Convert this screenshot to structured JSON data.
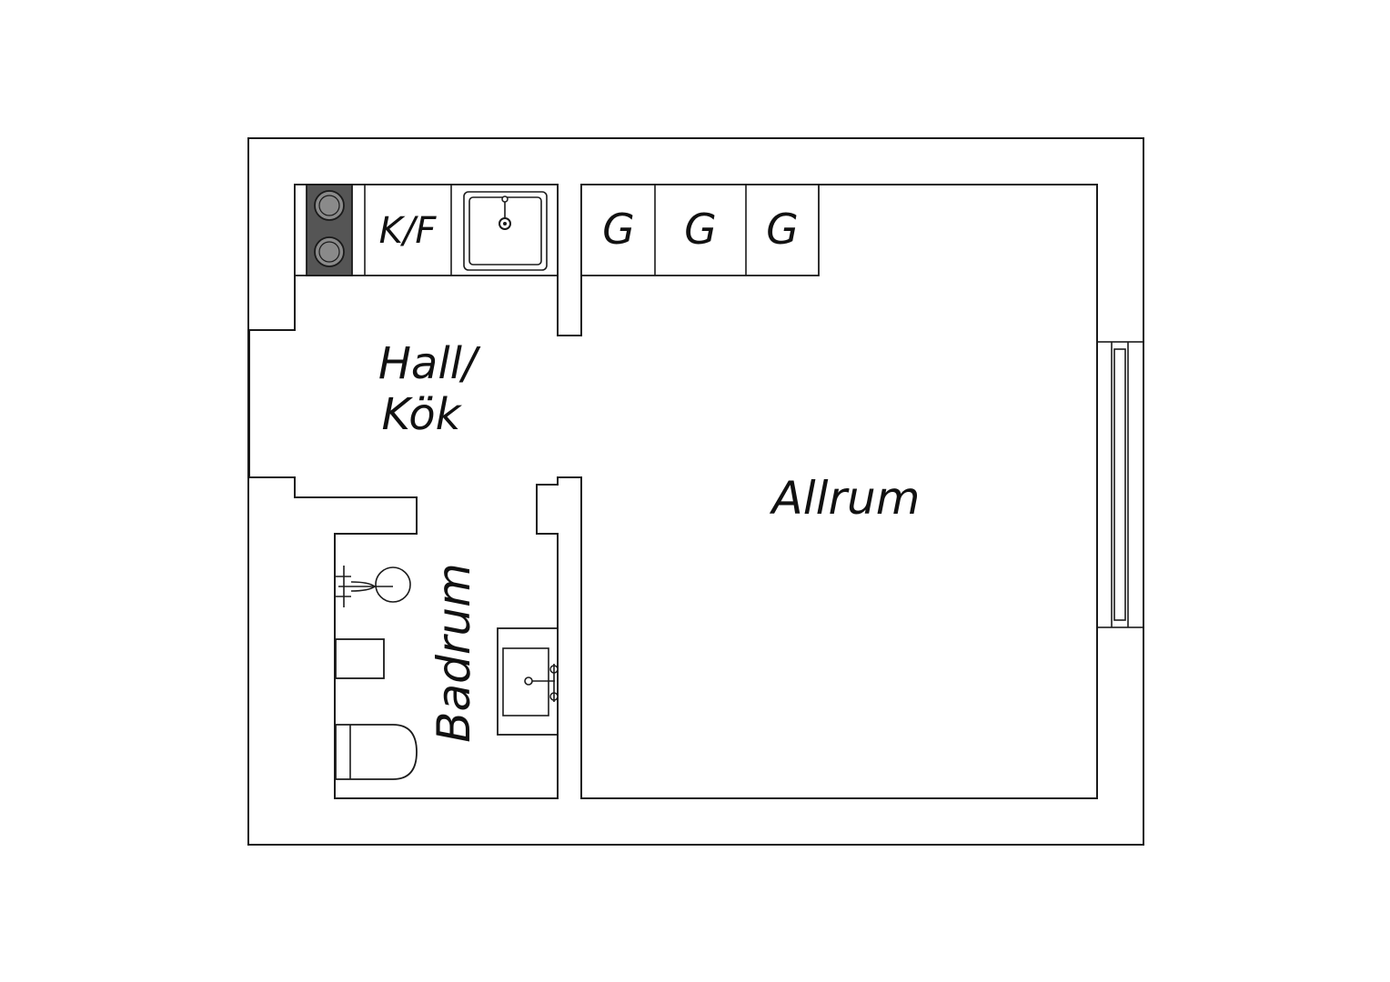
{
  "rooms": {
    "hall_kok_line1": "Hall/",
    "hall_kok_line2": "Kök",
    "allrum": "Allrum",
    "badrum": "Badrum"
  },
  "kitchen": {
    "fridge_label": "K/F",
    "stove_color": "#555555"
  },
  "wardrobes": [
    "G",
    "G",
    "G"
  ]
}
